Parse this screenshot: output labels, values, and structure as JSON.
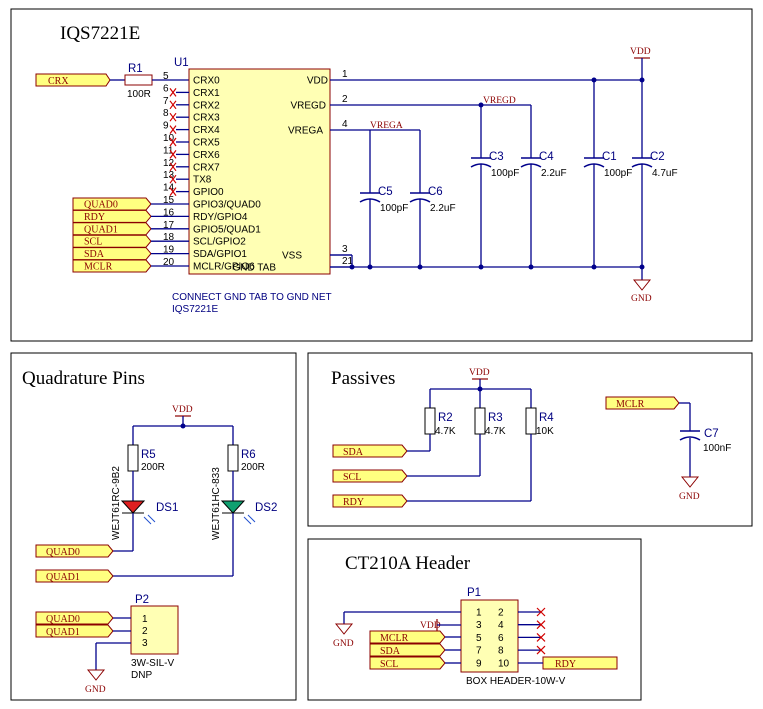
{
  "sections": {
    "main_title": "IQS7221E",
    "quad_title": "Quadrature Pins",
    "passives_title": "Passives",
    "header_title": "CT210A Header"
  },
  "u1": {
    "ref": "U1",
    "left_pins": [
      {
        "name": "CRX0",
        "num": "5"
      },
      {
        "name": "CRX1",
        "num": "6"
      },
      {
        "name": "CRX2",
        "num": "7"
      },
      {
        "name": "CRX3",
        "num": "8"
      },
      {
        "name": "CRX4",
        "num": "9"
      },
      {
        "name": "CRX5",
        "num": "10"
      },
      {
        "name": "CRX6",
        "num": "11"
      },
      {
        "name": "CRX7",
        "num": "12"
      },
      {
        "name": "TX8",
        "num": "13"
      },
      {
        "name": "GPIO0",
        "num": "14"
      },
      {
        "name": "GPIO3/QUAD0",
        "num": "15"
      },
      {
        "name": "RDY/GPIO4",
        "num": "16"
      },
      {
        "name": "GPIO5/QUAD1",
        "num": "17"
      },
      {
        "name": "SCL/GPIO2",
        "num": "18"
      },
      {
        "name": "SDA/GPIO1",
        "num": "19"
      },
      {
        "name": "MCLR/GPIO6",
        "num": "20"
      }
    ],
    "right_pins": [
      {
        "name": "VDD",
        "num": "1"
      },
      {
        "name": "VREGD",
        "num": "2"
      },
      {
        "name": "VREGA",
        "num": "4"
      },
      {
        "name": "VSS",
        "num": "3"
      },
      {
        "name": "GND TAB",
        "num": "21"
      }
    ],
    "note_line1": "CONNECT  GND TAB TO GND NET",
    "note_line2": "IQS7221E"
  },
  "ports": {
    "crx": "CRX",
    "quad0": "QUAD0",
    "rdy": "RDY",
    "quad1": "QUAD1",
    "scl": "SCL",
    "sda": "SDA",
    "mclr": "MCLR"
  },
  "nets": {
    "vdd": "VDD",
    "gnd": "GND",
    "vregd": "VREGD",
    "vrega": "VREGA"
  },
  "components": {
    "r1": {
      "ref": "R1",
      "value": "100R"
    },
    "c5": {
      "ref": "C5",
      "value": "100pF"
    },
    "c6": {
      "ref": "C6",
      "value": "2.2uF"
    },
    "c3": {
      "ref": "C3",
      "value": "100pF"
    },
    "c4": {
      "ref": "C4",
      "value": "2.2uF"
    },
    "c1": {
      "ref": "C1",
      "value": "100pF"
    },
    "c2": {
      "ref": "C2",
      "value": "4.7uF"
    },
    "r5": {
      "ref": "R5",
      "value": "200R"
    },
    "r6": {
      "ref": "R6",
      "value": "200R"
    },
    "ds1": {
      "ref": "DS1",
      "part": "WEJT61RC-9B2"
    },
    "ds2": {
      "ref": "DS2",
      "part": "WEJT61HC-833"
    },
    "p2": {
      "ref": "P2",
      "pins": [
        "1",
        "2",
        "3"
      ],
      "value": "3W-SIL-V",
      "note": "DNP"
    },
    "r2": {
      "ref": "R2",
      "value": "4.7K"
    },
    "r3": {
      "ref": "R3",
      "value": "4.7K"
    },
    "r4": {
      "ref": "R4",
      "value": "10K"
    },
    "c7": {
      "ref": "C7",
      "value": "100nF"
    },
    "p1": {
      "ref": "P1",
      "pins": [
        "1",
        "2",
        "3",
        "4",
        "5",
        "6",
        "7",
        "8",
        "9",
        "10"
      ],
      "value": "BOX HEADER-10W-V"
    }
  }
}
